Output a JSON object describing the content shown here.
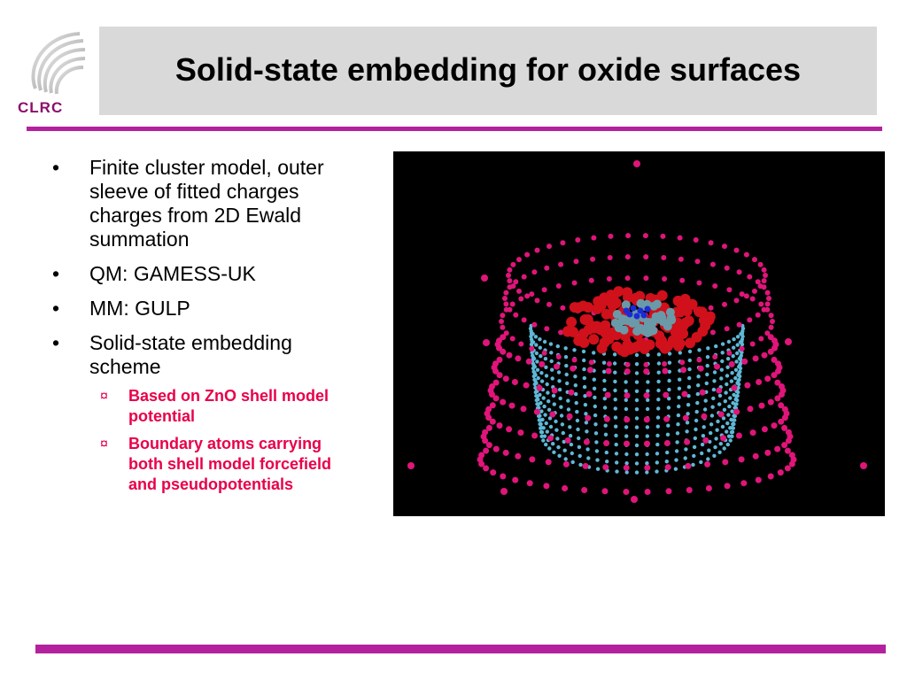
{
  "logo": {
    "text": "CLRC"
  },
  "header": {
    "title": "Solid-state embedding for oxide surfaces"
  },
  "bullets": [
    {
      "marker": "•",
      "text": "Finite cluster model, outer sleeve of fitted charges charges from 2D Ewald summation"
    },
    {
      "marker": "•",
      "text": "QM: GAMESS-UK"
    },
    {
      "marker": "•",
      "text": "MM: GULP"
    },
    {
      "marker": "•",
      "text": "Solid-state embedding scheme"
    }
  ],
  "sub_bullets": [
    {
      "marker": "¤",
      "text": "Based on ZnO shell model potential"
    },
    {
      "marker": "¤",
      "text": "Boundary atoms carrying both shell model forcefield and pseudopotentials"
    }
  ],
  "colors": {
    "accent_rule": "#b3219e",
    "sub_bullet_text": "#e8004a",
    "title_bar": "#d9d9d9",
    "logo": "#8b0f6a",
    "figure_bg": "#000000",
    "atom_magenta": "#e0157a",
    "atom_cyan": "#5fb8d6",
    "atom_red": "#d0101a",
    "atom_blue": "#1a2bd6"
  }
}
